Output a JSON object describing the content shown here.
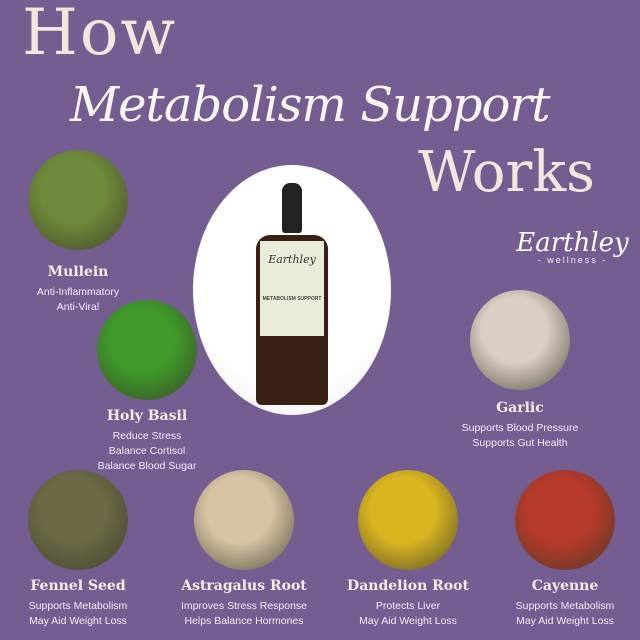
{
  "title": {
    "line1": "How",
    "line2": "Metabolism Support",
    "line3": "Works"
  },
  "logo": {
    "name": "Earthley",
    "tagline": "- wellness -"
  },
  "product": {
    "brand": "Earthley",
    "name": "METABOLISM SUPPORT"
  },
  "colors": {
    "background": "#735d91",
    "title": "#f3e6dc"
  },
  "ingredients": [
    {
      "name": "Mullein",
      "benefits": [
        "Anti-Inflammatory",
        "Anti-Viral"
      ],
      "color": "#6f8a3a"
    },
    {
      "name": "Holy Basil",
      "benefits": [
        "Reduce Stress",
        "Balance Cortisol",
        "Balance Blood Sugar"
      ],
      "color": "#3f9a2a"
    },
    {
      "name": "Garlic",
      "benefits": [
        "Supports Blood Pressure",
        "Supports Gut Health"
      ],
      "color": "#d9cfc4"
    },
    {
      "name": "Fennel Seed",
      "benefits": [
        "Supports Metabolism",
        "May Aid Weight Loss"
      ],
      "color": "#6b6a45"
    },
    {
      "name": "Astragalus Root",
      "benefits": [
        "Improves Stress Response",
        "Helps Balance Hormones"
      ],
      "color": "#d8c4a4"
    },
    {
      "name": "Dandelion Root",
      "benefits": [
        "Protects Liver",
        "May Aid Weight Loss"
      ],
      "color": "#d9b520"
    },
    {
      "name": "Cayenne",
      "benefits": [
        "Supports Metabolism",
        "May Aid Weight Loss"
      ],
      "color": "#b83a2a"
    }
  ]
}
